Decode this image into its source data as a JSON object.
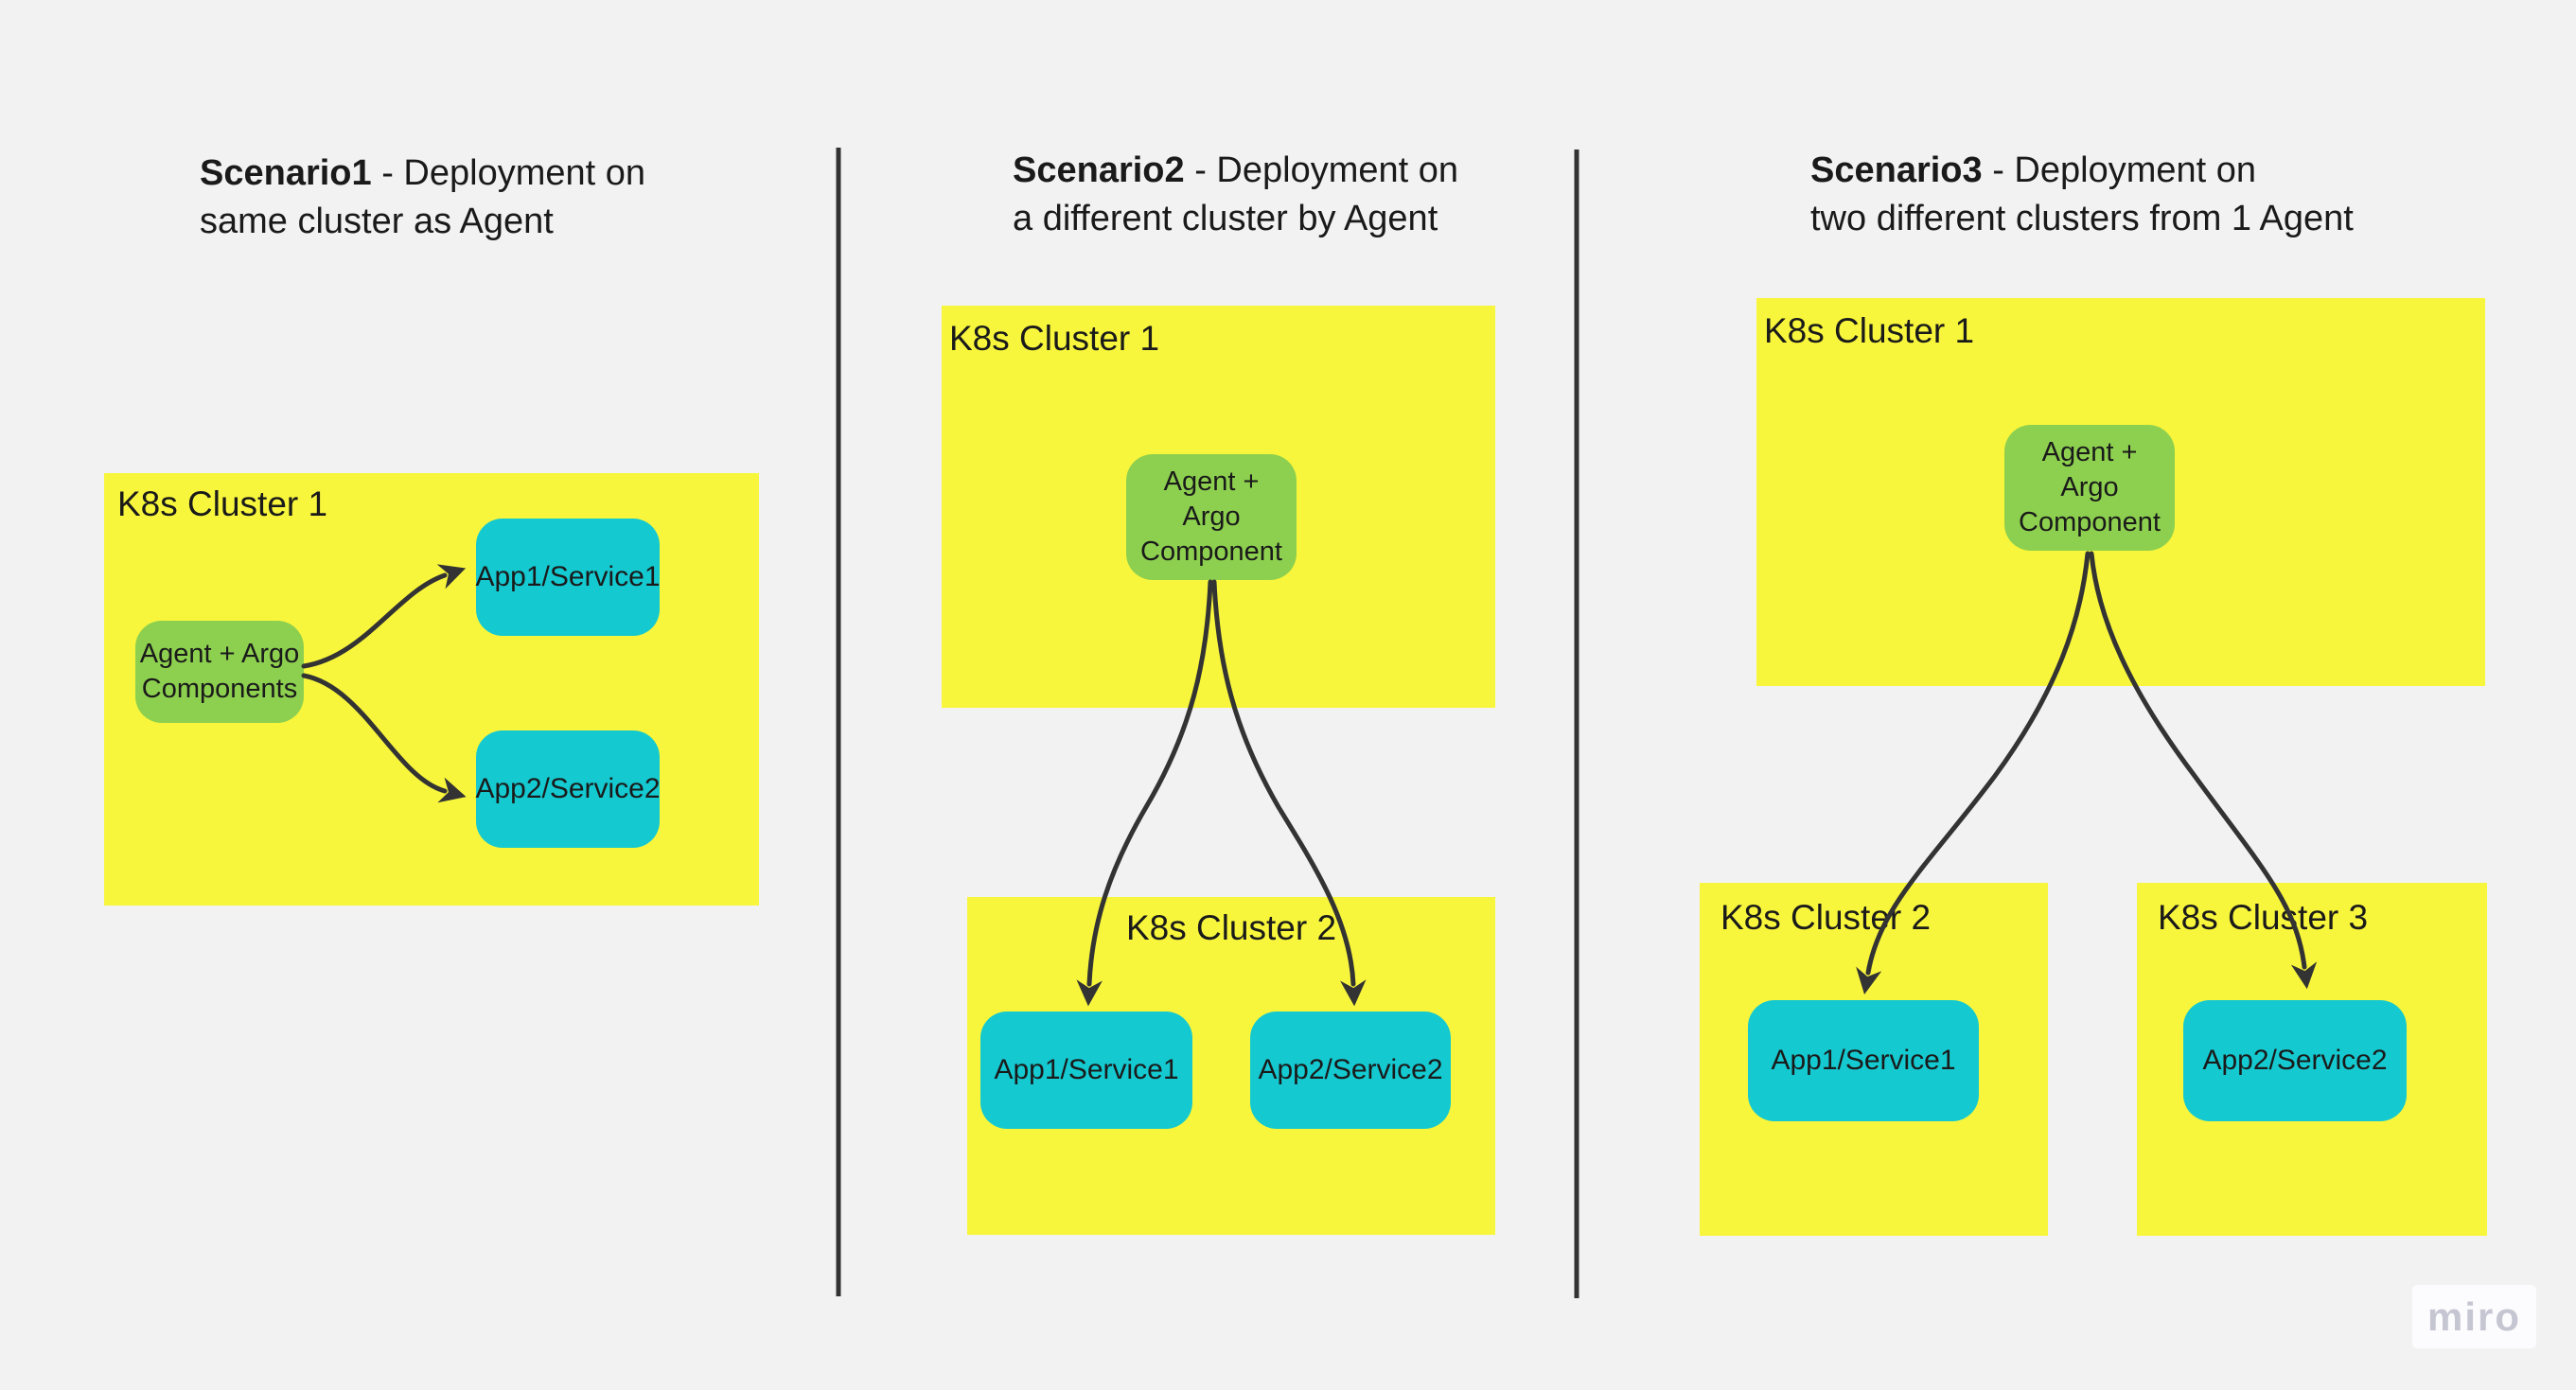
{
  "colors": {
    "background": "#f2f2f2",
    "sticky_yellow": "#f8f63c",
    "node_green": "#8dd04f",
    "node_cyan": "#15c9d0",
    "line": "#333333",
    "text": "#1a1a1a",
    "watermark_text": "#c6c6d2",
    "watermark_bg": "#fcfcfe"
  },
  "watermark": {
    "label": "miro"
  },
  "scenario1": {
    "title_bold": "Scenario1",
    "title_rest": "- Deployment on",
    "title_line2": "same cluster as Agent",
    "cluster1_label": "K8s Cluster 1",
    "agent_lines": [
      "Agent + Argo",
      "Components"
    ],
    "app1": "App1/Service1",
    "app2": "App2/Service2"
  },
  "scenario2": {
    "title_bold": "Scenario2",
    "title_rest": "- Deployment on",
    "title_line2": "a different cluster by Agent",
    "cluster1_label": "K8s Cluster 1",
    "cluster2_label": "K8s Cluster 2",
    "agent_lines": [
      "Agent +",
      "Argo",
      "Component"
    ],
    "app1": "App1/Service1",
    "app2": "App2/Service2"
  },
  "scenario3": {
    "title_bold": "Scenario3",
    "title_rest": "- Deployment on",
    "title_line2": "two different clusters from 1 Agent",
    "cluster1_label": "K8s Cluster 1",
    "cluster2_label": "K8s Cluster 2",
    "cluster3_label": "K8s Cluster 3",
    "agent_lines": [
      "Agent +",
      "Argo",
      "Component"
    ],
    "app1": "App1/Service1",
    "app2": "App2/Service2"
  }
}
